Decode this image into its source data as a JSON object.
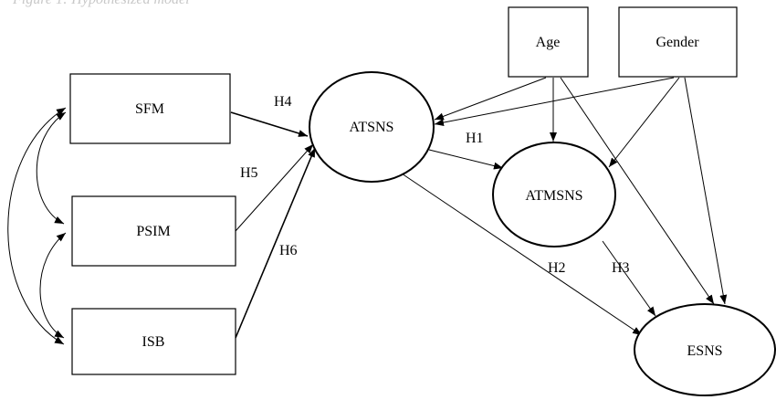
{
  "caption": "Figure 1: Hypothesized model",
  "nodes": {
    "sfm": "SFM",
    "psim": "PSIM",
    "isb": "ISB",
    "atsns": "ATSNS",
    "atmsns": "ATMSNS",
    "esns": "ESNS",
    "age": "Age",
    "gender": "Gender"
  },
  "hypotheses": {
    "h1": "H1",
    "h2": "H2",
    "h3": "H3",
    "h4": "H4",
    "h5": "H5",
    "h6": "H6"
  }
}
